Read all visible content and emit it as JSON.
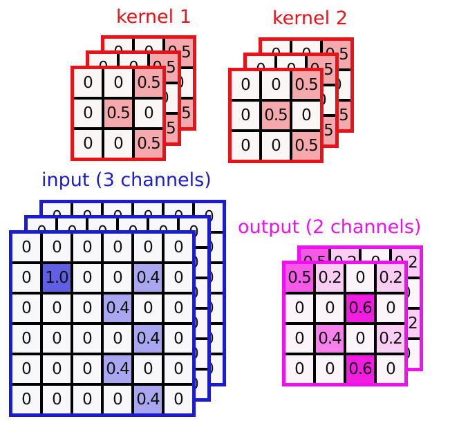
{
  "figure": {
    "background": "#ffffff",
    "grid_line_color": "#000000",
    "stacks": [
      {
        "id": "kernel1",
        "title": "kernel 1",
        "accent": "#e91219",
        "layers": 3,
        "rows": 3,
        "cols": 3,
        "cells": [
          [
            "0",
            "0",
            "0.5"
          ],
          [
            "0",
            "0.5",
            "0"
          ],
          [
            "0",
            "0",
            "0.5"
          ]
        ],
        "fills": {
          "0": "#faf6f5",
          "0.5": "#f5a9ad"
        }
      },
      {
        "id": "kernel2",
        "title": "kernel 2",
        "accent": "#e91219",
        "layers": 3,
        "rows": 3,
        "cols": 3,
        "cells": [
          [
            "0",
            "0",
            "0.5"
          ],
          [
            "0",
            "0.5",
            "0"
          ],
          [
            "0",
            "0",
            "0.5"
          ]
        ],
        "fills": {
          "0": "#faf6f5",
          "0.5": "#f5a9ad"
        }
      },
      {
        "id": "input",
        "title": "input (3 channels)",
        "accent": "#1b1bd0",
        "layers": 3,
        "rows": 6,
        "cols": 6,
        "cells": [
          [
            "0",
            "0",
            "0",
            "0",
            "0",
            "0"
          ],
          [
            "0",
            "1.0",
            "0",
            "0",
            "0.4",
            "0"
          ],
          [
            "0",
            "0",
            "0",
            "0.4",
            "0",
            "0"
          ],
          [
            "0",
            "0",
            "0",
            "0",
            "0.4",
            "0"
          ],
          [
            "0",
            "0",
            "0",
            "0.4",
            "0",
            "0"
          ],
          [
            "0",
            "0",
            "0",
            "0",
            "0.4",
            "0"
          ]
        ],
        "fills": {
          "0": "#f8f8fb",
          "0.4": "#a8a7ef",
          "1.0": "#615fe3"
        }
      },
      {
        "id": "output",
        "title": "output (2 channels)",
        "accent": "#ee11ee",
        "layers": 2,
        "rows": 4,
        "cols": 4,
        "cells": [
          [
            "0.5",
            "0.2",
            "0",
            "0.2"
          ],
          [
            "0",
            "0",
            "0.6",
            "0"
          ],
          [
            "0",
            "0.4",
            "0",
            "0.2"
          ],
          [
            "0",
            "0",
            "0.6",
            "0"
          ]
        ],
        "fills": {
          "0": "#fbf5fa",
          "0.2": "#facdf4",
          "0.4": "#f781ea",
          "0.5": "#f658e7",
          "0.6": "#f21de0"
        }
      }
    ]
  }
}
